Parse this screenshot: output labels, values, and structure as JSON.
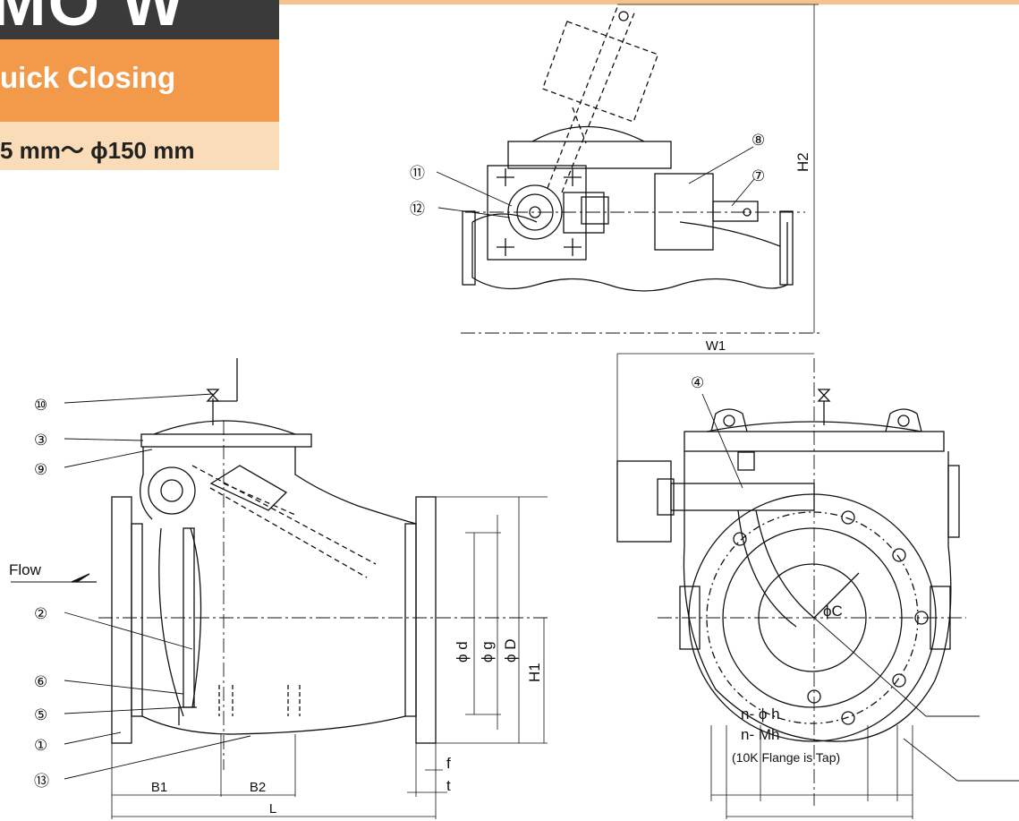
{
  "header": {
    "title_fragment": "MO W",
    "subtitle_fragment": "uick Closing",
    "size_range": "5 mm〜 ϕ150 mm"
  },
  "callouts": [
    "①",
    "②",
    "③",
    "④",
    "⑤",
    "⑥",
    "⑦",
    "⑧",
    "⑨",
    "⑩",
    "⑪",
    "⑫",
    "⑬"
  ],
  "labels": {
    "flow": "Flow",
    "b1": "B1",
    "b2": "B2",
    "l": "L",
    "f": "f",
    "t": "t",
    "w1": "W1",
    "h1": "H1",
    "h2": "H2",
    "phi_d": "ϕ d",
    "phi_g": "ϕ g",
    "phi_D": "ϕ D",
    "phi_C": "ϕC",
    "n_phi_h": "n- ϕ h",
    "n_Mh": "n- Mh",
    "tap_note": "(10K Flange is Tap)"
  },
  "colors": {
    "header_dark": "#3a3a3a",
    "header_orange": "#f29a4a",
    "header_light": "#fbdcb8",
    "line": "#111111"
  }
}
